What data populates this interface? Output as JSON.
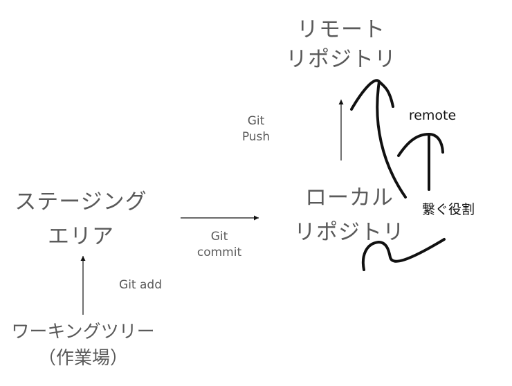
{
  "remote_repository": {
    "line1": "リモート",
    "line2": "リポジトリ"
  },
  "staging_area": {
    "line1": "ステージング",
    "line2": "エリア"
  },
  "local_repository": {
    "line1": "ローカル",
    "line2": "リポジトリ"
  },
  "working_tree": {
    "line1": "ワーキングツリー",
    "line2": "（作業場）"
  },
  "arrows": {
    "push": {
      "line1": "Git",
      "line2": "Push"
    },
    "commit": {
      "line1": "Git",
      "line2": "commit"
    },
    "add": {
      "label": "Git add"
    }
  },
  "annotations": {
    "remote": "remote",
    "connect_role": "繋ぐ役割"
  },
  "colors": {
    "text_gray": "#5a5a5a",
    "ink": "#111111"
  }
}
